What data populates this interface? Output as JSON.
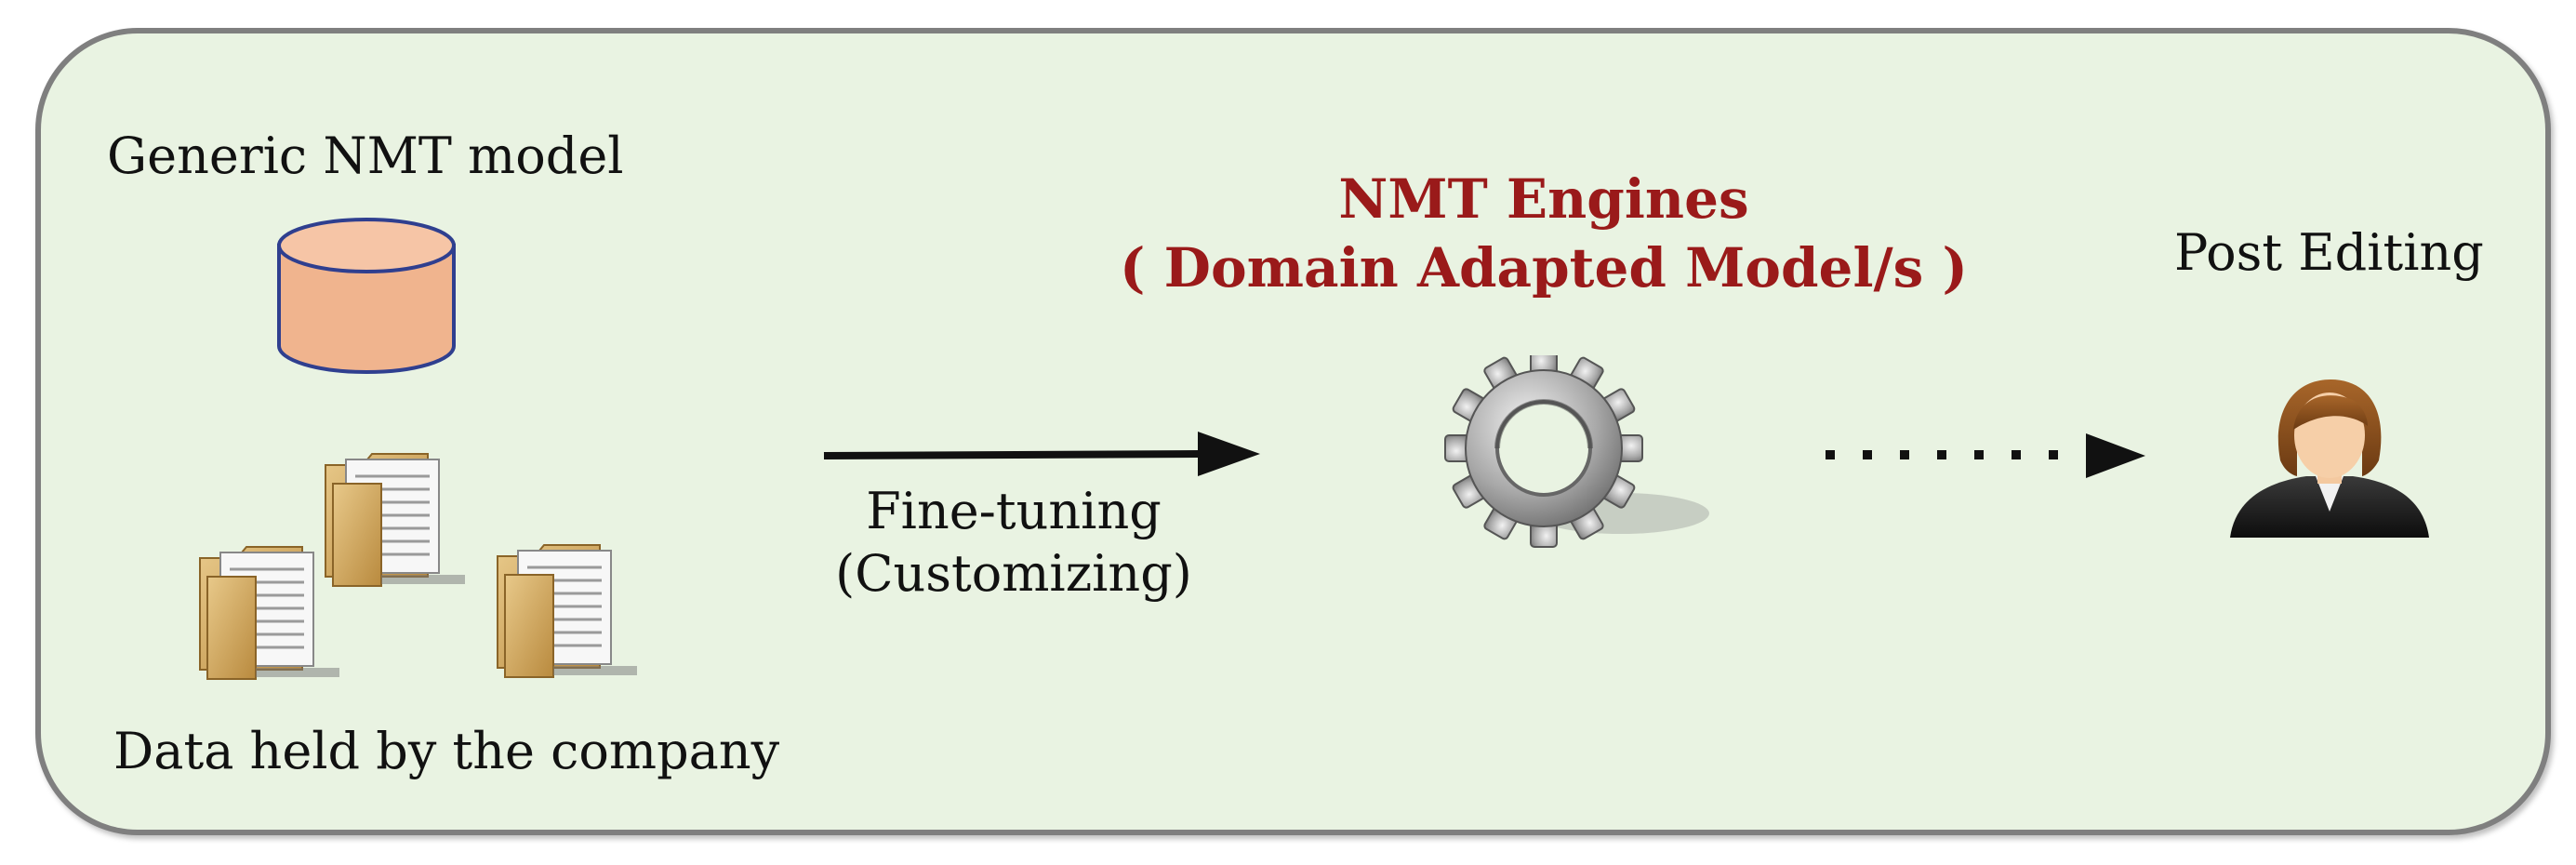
{
  "diagram": {
    "generic_model_label": "Generic NMT model",
    "company_data_label": "Data held by the company",
    "fine_tuning_label_line1": "Fine-tuning",
    "fine_tuning_label_line2": "(Customizing)",
    "engines_title_line1": "NMT Engines",
    "engines_title_line2": "( Domain Adapted Model/s )",
    "post_editing_label": "Post Editing",
    "icons": {
      "model": "database-cylinder-icon",
      "data": "document-folders-icon",
      "engine": "gear-icon",
      "editor": "person-icon"
    },
    "colors": {
      "panel_background": "#e9f3e2",
      "panel_border": "#7f7f7f",
      "cylinder_fill": "#f0b48e",
      "cylinder_stroke": "#2f3f8f",
      "title_red": "#9a1a1a"
    }
  }
}
